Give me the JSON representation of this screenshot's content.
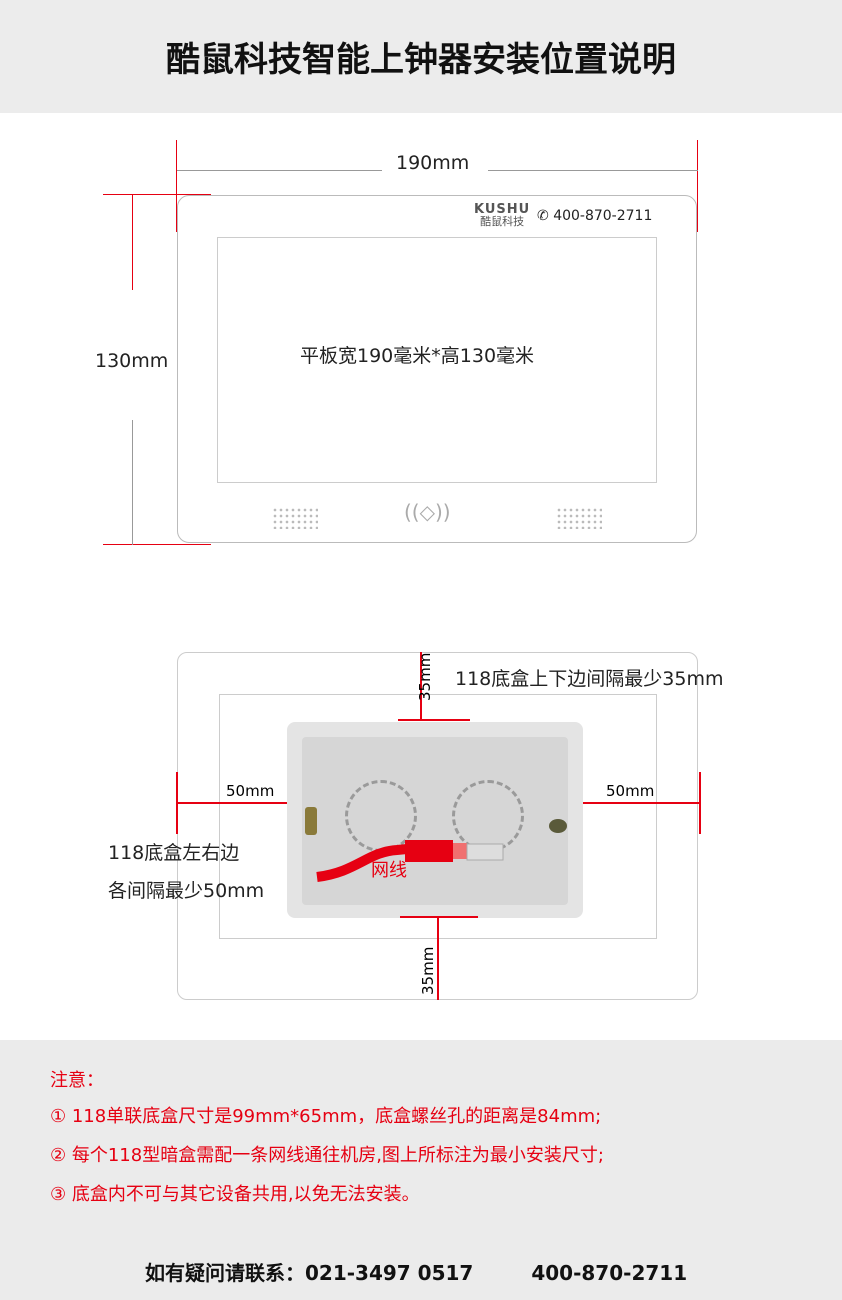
{
  "title": "酷鼠科技智能上钟器安装位置说明",
  "tablet": {
    "width_label": "190mm",
    "height_label": "130mm",
    "brand_en": "KUSHU",
    "brand_cn": "酷鼠科技",
    "phone": "400-870-2711",
    "screen_text": "平板宽190毫米*高130毫米"
  },
  "box": {
    "top_gap": "35mm",
    "bottom_gap": "35mm",
    "left_gap": "50mm",
    "right_gap": "50mm",
    "top_note": "118底盒上下边间隔最少35mm",
    "side_note_1": "118底盒左右边",
    "side_note_2": "各间隔最少50mm",
    "cable_label": "网线"
  },
  "notes": {
    "heading": "注意：",
    "items": [
      "①  118单联底盒尺寸是99mm*65mm，底盒螺丝孔的距离是84mm;",
      "②  每个118型暗盒需配一条网线通往机房,图上所标注为最小安装尺寸;",
      "③  底盒内不可与其它设备共用,以免无法安装。"
    ]
  },
  "footer": {
    "label": "如有疑问请联系：",
    "phone1": "021-3497 0517",
    "phone2": "400-870-2711"
  },
  "colors": {
    "accent": "#e60012"
  }
}
